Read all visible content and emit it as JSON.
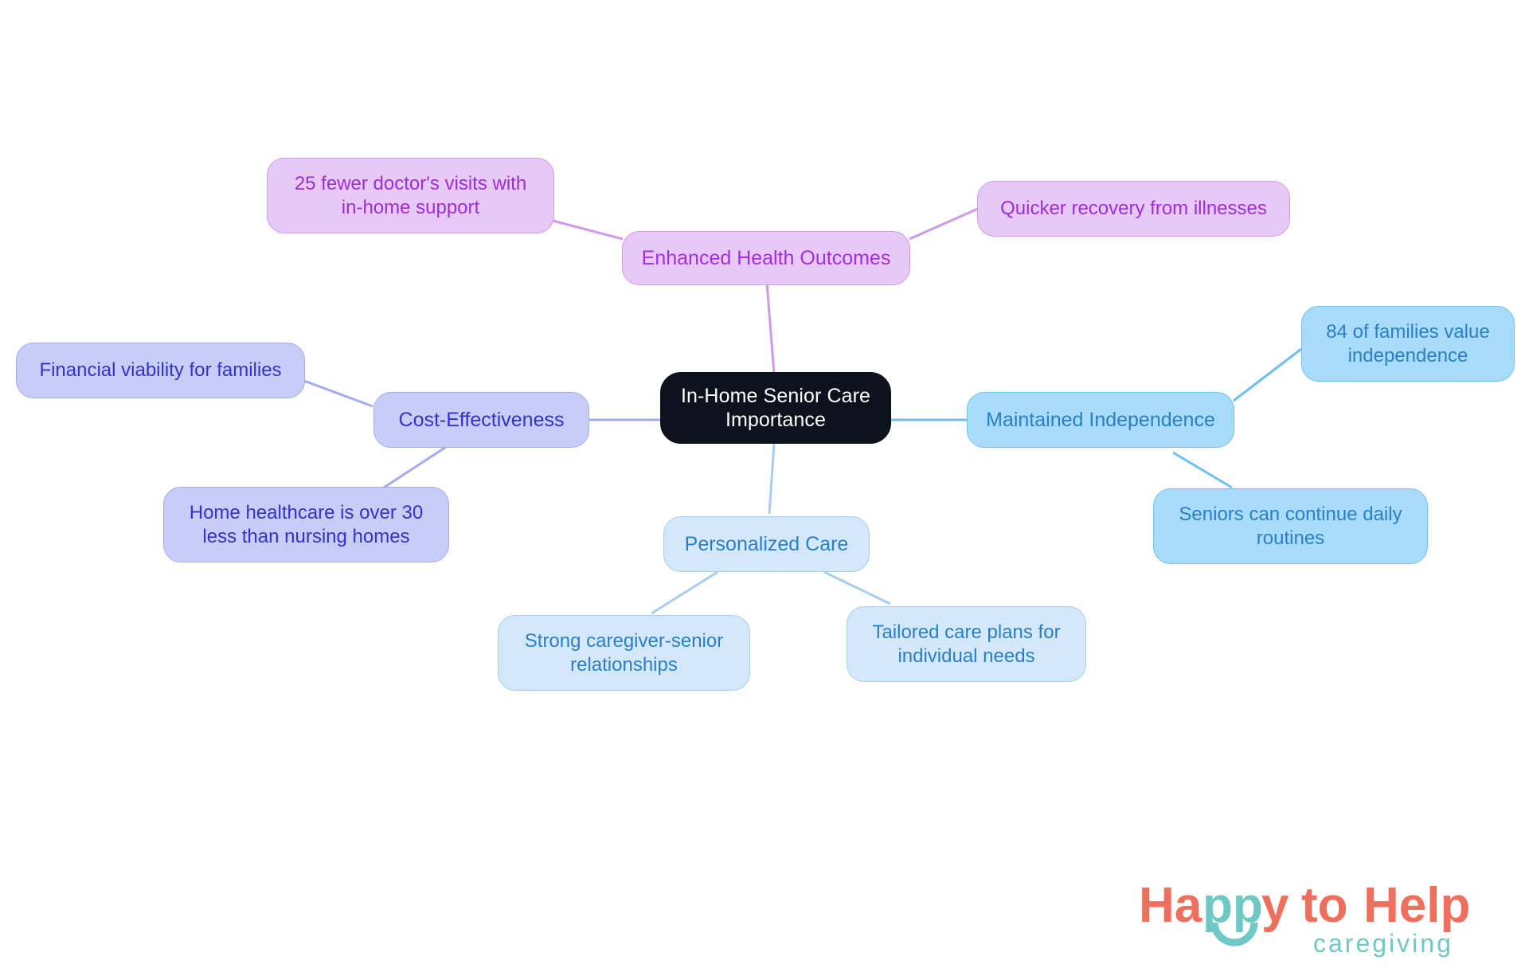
{
  "chart_data": {
    "type": "diagram",
    "subtype": "mind-map",
    "title": "In-Home Senior Care Importance",
    "root": "In-Home Senior Care\nImportance",
    "branch_count": 4,
    "node_count": 13,
    "colors": {
      "root_fill": "#0d131c",
      "root_text": "#ffffff",
      "purple_fill": "#e8c8f7",
      "purple_stroke": "#cf9ae8",
      "purple_text": "#a32ee0",
      "periwinkle_fill": "#c8cdf7",
      "periwinkle_stroke": "#a3abee",
      "periwinkle_text": "#3232cc",
      "blue_fill": "#a9dcfb",
      "blue_stroke": "#6fc1ef",
      "blue_text": "#2a7fc6",
      "lightblue_fill": "#d4e8fb",
      "lightblue_stroke": "#a8cdf0",
      "background": "#ffffff"
    },
    "branches": [
      {
        "label": "Enhanced Health Outcomes",
        "color": "purple",
        "children": [
          "25 fewer doctor's visits with\nin-home support",
          "Quicker recovery from illnesses"
        ]
      },
      {
        "label": "Cost-Effectiveness",
        "color": "periwinkle",
        "children": [
          "Financial viability for families",
          "Home healthcare is over 30\nless than nursing homes"
        ]
      },
      {
        "label": "Maintained Independence",
        "color": "blue",
        "children": [
          "84 of families value\nindependence",
          "Seniors can continue daily\nroutines"
        ]
      },
      {
        "label": "Personalized Care",
        "color": "lightblue",
        "children": [
          "Strong caregiver-senior\nrelationships",
          "Tailored care plans for\nindividual needs"
        ]
      }
    ]
  },
  "mindmap": {
    "root": {
      "label": "In-Home Senior Care\nImportance"
    },
    "branches": {
      "health": {
        "label": "Enhanced Health Outcomes",
        "child_a": "25 fewer doctor's visits with\nin-home support",
        "child_b": "Quicker recovery from illnesses"
      },
      "cost": {
        "label": "Cost-Effectiveness",
        "child_a": "Financial viability for families",
        "child_b": "Home healthcare is over 30\nless than nursing homes"
      },
      "independence": {
        "label": "Maintained Independence",
        "child_a": "84 of families value\nindependence",
        "child_b": "Seniors can continue daily\nroutines"
      },
      "personalized": {
        "label": "Personalized Care",
        "child_a": "Strong caregiver-senior\nrelationships",
        "child_b": "Tailored care plans for\nindividual needs"
      }
    }
  },
  "logo": {
    "word_one": "Happy",
    "word_two": "to",
    "word_three": "Help",
    "tagline": "caregiving",
    "coral": "#ef6f5e",
    "teal": "#6fc8c3"
  }
}
